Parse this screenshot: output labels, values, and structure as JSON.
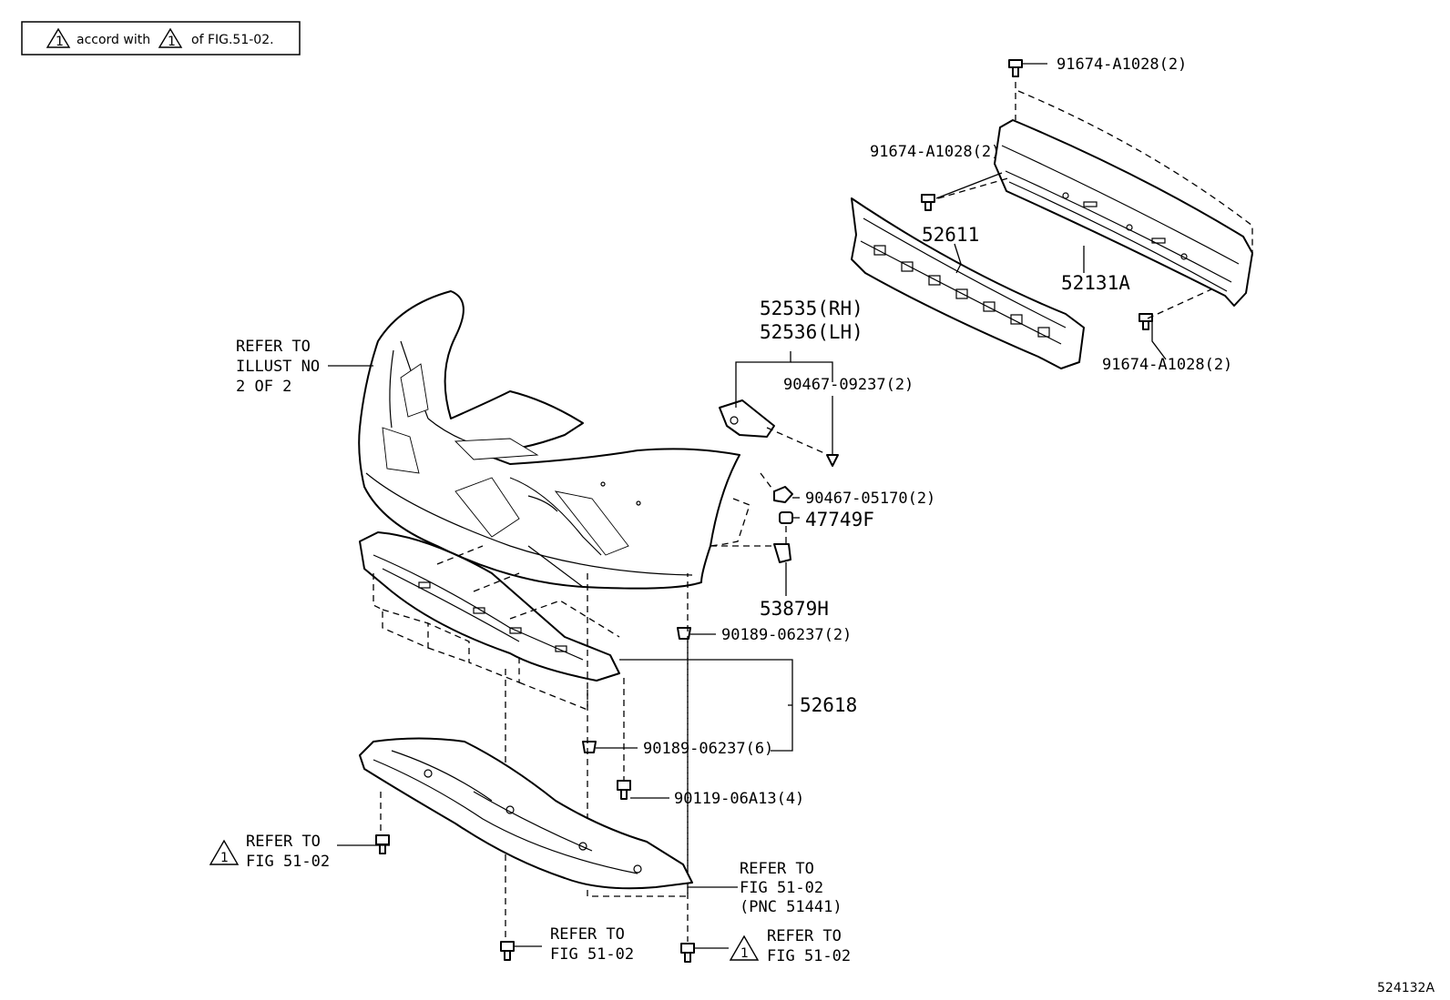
{
  "note": {
    "before": "accord with",
    "num": "1",
    "after": "of FIG.51-02."
  },
  "warn_num": "1",
  "labels": {
    "p91674_top": "91674-A1028(2)",
    "p91674_mid": "91674-A1028(2)",
    "p91674_bot": "91674-A1028(2)",
    "p52611": "52611",
    "p52131a": "52131A",
    "p52535": "52535(RH)",
    "p52536": "52536(LH)",
    "p90467_09237": "90467-09237(2)",
    "p90467_05170": "90467-05170(2)",
    "p47749f": "47749F",
    "p53879h": "53879H",
    "p90189_a": "90189-06237(2)",
    "p52618": "52618",
    "p90189_b": "90189-06237(6)",
    "p90119": "90119-06A13(4)",
    "refer_illust": [
      "REFER TO",
      "ILLUST NO",
      "2 OF 2"
    ],
    "refer_left": [
      "REFER TO",
      "FIG 51-02"
    ],
    "refer_pnc": [
      "REFER TO",
      "FIG 51-02",
      "(PNC 51441)"
    ],
    "refer_bottom_mid": [
      "REFER TO",
      "FIG 51-02"
    ],
    "refer_bottom_right": [
      "REFER TO",
      "FIG 51-02"
    ]
  },
  "figure_id": "524132A"
}
